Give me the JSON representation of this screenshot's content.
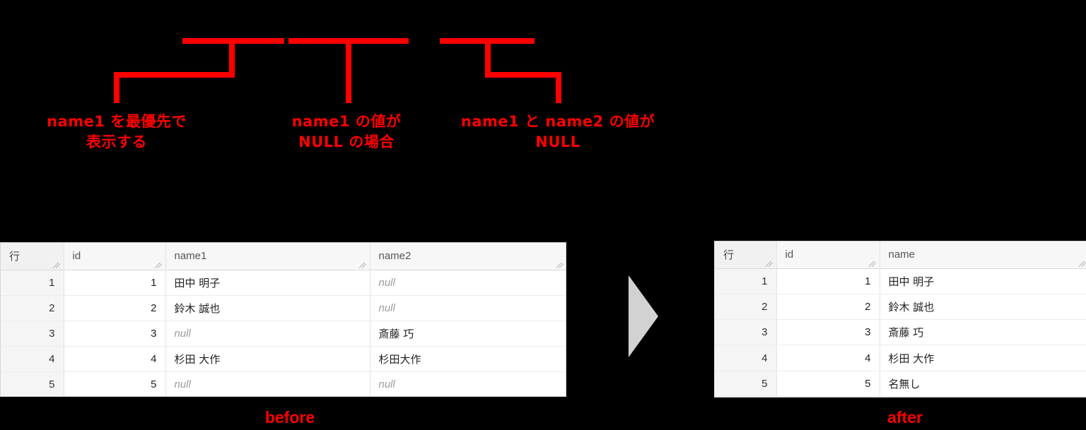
{
  "background_color": "#000000",
  "accent_color": "#FF0000",
  "annotations": [
    {
      "id": "annotation-name1-priority",
      "line1": "name1 を最優先で",
      "line2": "表示する"
    },
    {
      "id": "annotation-name1-null",
      "line1": "name1 の値が",
      "line2": "NULL の場合"
    },
    {
      "id": "annotation-both-null",
      "line1": "name1 と name2 の値が",
      "line2": "NULL"
    }
  ],
  "before_table": {
    "label": "before",
    "columns": [
      "行",
      "id",
      "name1",
      "name2"
    ],
    "rows": [
      {
        "rownum": "1",
        "id": "1",
        "name1": "田中 明子",
        "name1_null": false,
        "name2": "null",
        "name2_null": true
      },
      {
        "rownum": "2",
        "id": "2",
        "name1": "鈴木 誠也",
        "name1_null": false,
        "name2": "null",
        "name2_null": true
      },
      {
        "rownum": "3",
        "id": "3",
        "name1": "null",
        "name1_null": true,
        "name2": "斎藤 巧",
        "name2_null": false
      },
      {
        "rownum": "4",
        "id": "4",
        "name1": "杉田 大作",
        "name1_null": false,
        "name2": "杉田大作",
        "name2_null": false
      },
      {
        "rownum": "5",
        "id": "5",
        "name1": "null",
        "name1_null": true,
        "name2": "null",
        "name2_null": true
      }
    ]
  },
  "after_table": {
    "label": "after",
    "columns": [
      "行",
      "id",
      "name"
    ],
    "rows": [
      {
        "rownum": "1",
        "id": "1",
        "name": "田中 明子"
      },
      {
        "rownum": "2",
        "id": "2",
        "name": "鈴木 誠也"
      },
      {
        "rownum": "3",
        "id": "3",
        "name": "斎藤 巧"
      },
      {
        "rownum": "4",
        "id": "4",
        "name": "杉田 大作"
      },
      {
        "rownum": "5",
        "id": "5",
        "name": "名無し"
      }
    ]
  },
  "arrow": {
    "name": "transform-arrow",
    "color": "#d2d2d2"
  }
}
